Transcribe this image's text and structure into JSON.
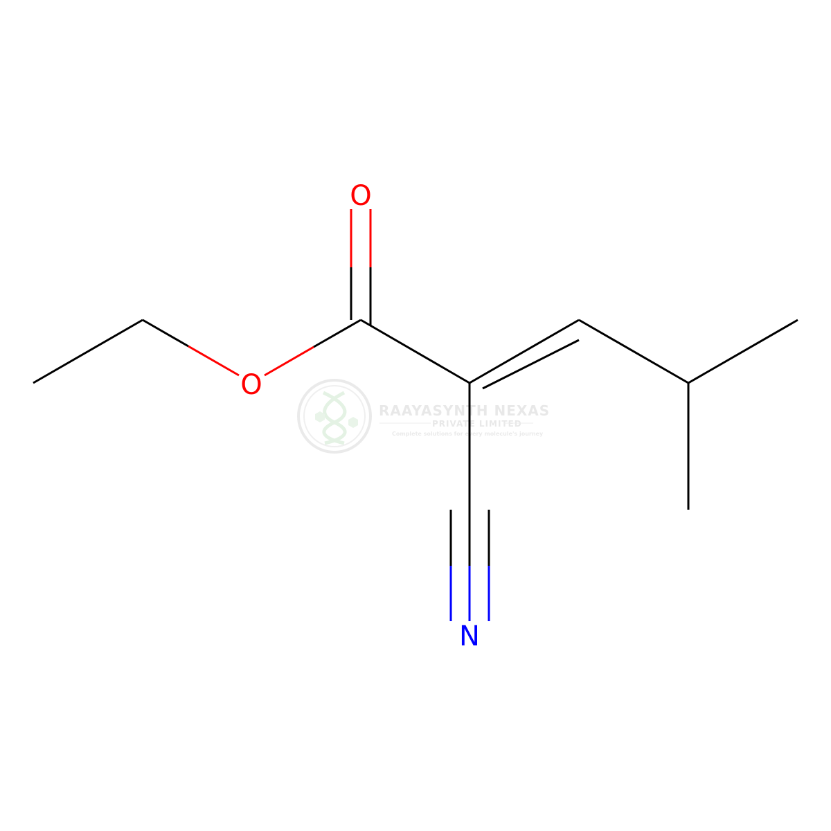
{
  "molecule": {
    "atoms": {
      "carbonyl_oxygen": "O",
      "ester_oxygen": "O",
      "nitrile_nitrogen": "N"
    }
  },
  "watermark": {
    "title": "RAAYASYNTH NEXAS",
    "subtitle": "PRIVATE LIMITED",
    "tagline": "Complete solutions for every molecule's journey"
  },
  "colors": {
    "bond": "#000000",
    "oxygen": "#ff0000",
    "nitrogen": "#0000ff",
    "watermark": "#d9d9d9",
    "watermark_logo": "#cfe8cf"
  }
}
